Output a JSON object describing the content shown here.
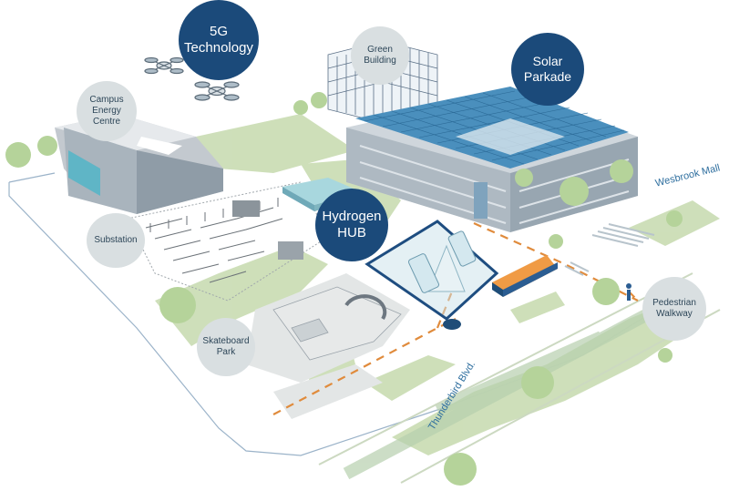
{
  "labels": {
    "tech5g": "5G\nTechnology",
    "green_building": "Green\nBuilding",
    "solar_parkade": "Solar\nParkade",
    "campus_energy": "Campus\nEnergy\nCentre",
    "substation": "Substation",
    "hydrogen_hub": "Hydrogen\nHUB",
    "skateboard_park": "Skateboard\nPark",
    "pedestrian_walkway": "Pedestrian\nWalkway"
  },
  "streets": {
    "wesbrook": "Wesbrook Mall",
    "thunderbird": "Thunderbird Blvd."
  },
  "colors": {
    "dark_bubble": "#1b4a7a",
    "light_bubble": "#d9dfe1",
    "green_area": "#c9dcb2",
    "tree": "#b5d39a",
    "path_dash": "#e08b3c",
    "solar_panels": "#4a8fbd",
    "hub_outline": "#1e4d80"
  },
  "icons": [
    "drone-icon",
    "drone-icon"
  ]
}
